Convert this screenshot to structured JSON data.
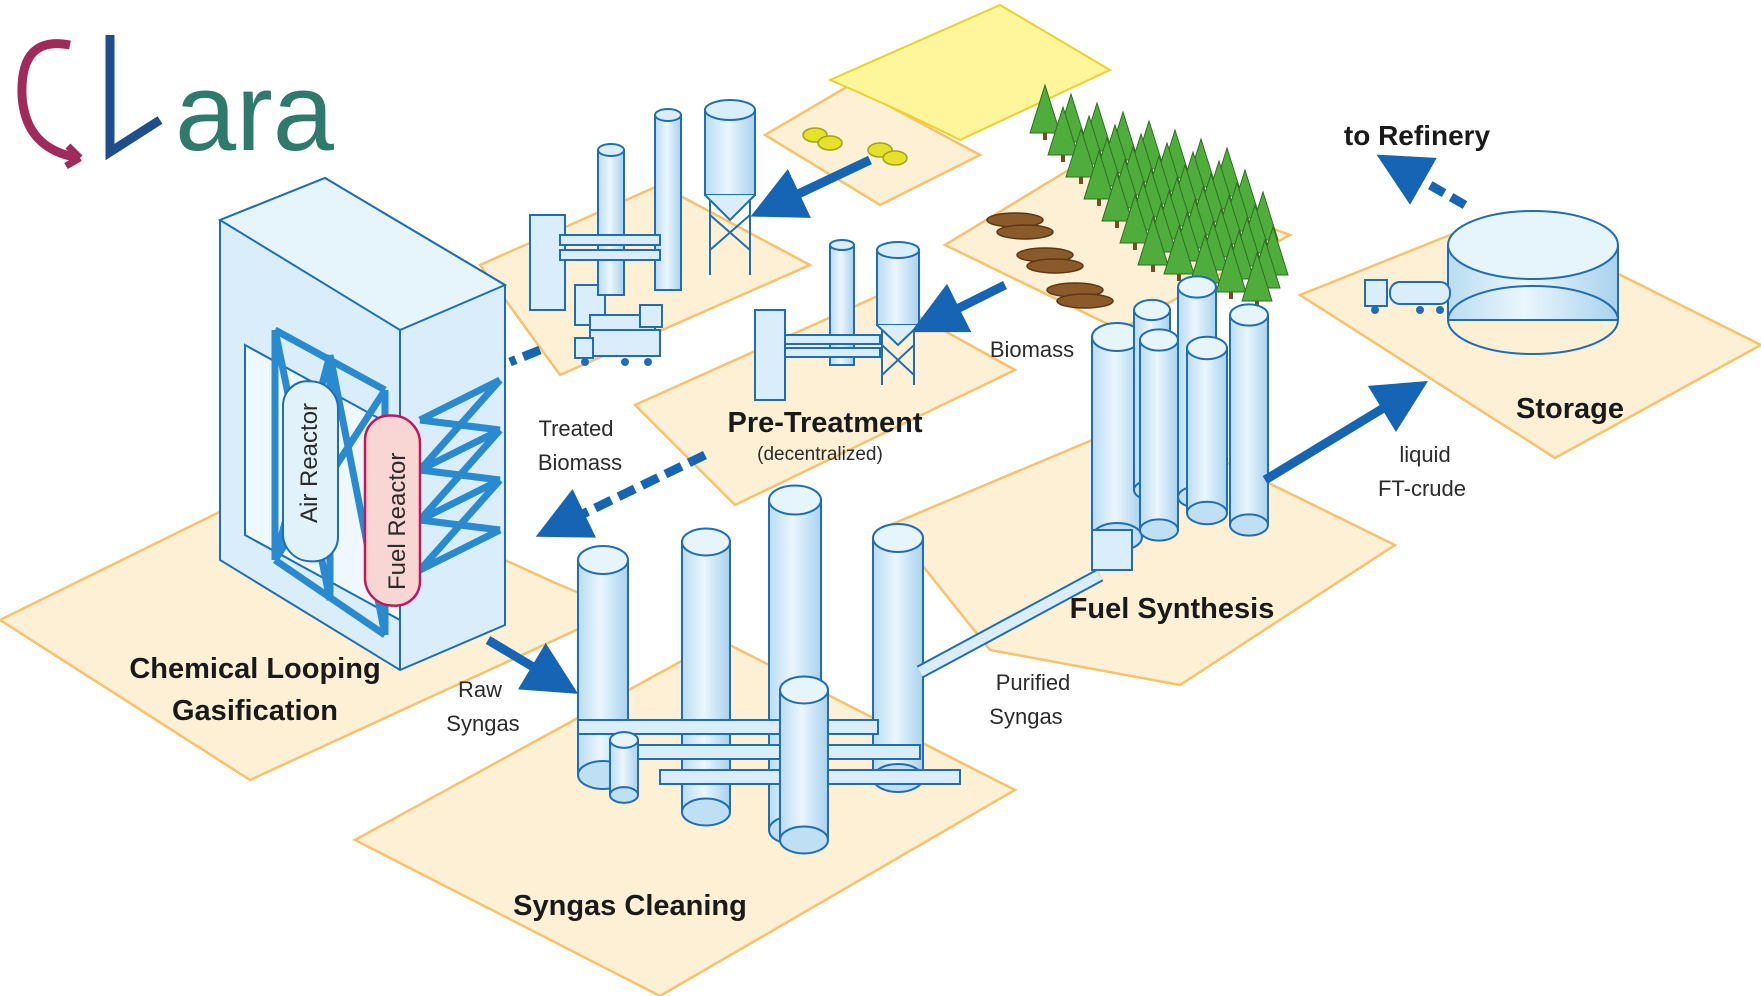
{
  "logo": {
    "text": "Clara",
    "colors": [
      "#a02a5a",
      "#1f4e8c",
      "#2f8a5a",
      "#5e9e3a"
    ]
  },
  "stages": {
    "pretreatment": {
      "title": "Pre-Treatment",
      "subtitle": "(decentralized)"
    },
    "gasification": {
      "title_line1": "Chemical Looping",
      "title_line2": "Gasification"
    },
    "cleaning": {
      "title": "Syngas Cleaning"
    },
    "synthesis": {
      "title": "Fuel Synthesis"
    },
    "storage": {
      "title": "Storage"
    }
  },
  "reactor": {
    "air": "Air Reactor",
    "fuel": "Fuel Reactor"
  },
  "flows": {
    "biomass": "Biomass",
    "treated_line1": "Treated",
    "treated_line2": "Biomass",
    "raw_line1": "Raw",
    "raw_line2": "Syngas",
    "purified_line1": "Purified",
    "purified_line2": "Syngas",
    "liquid_line1": "liquid",
    "liquid_line2": "FT-crude",
    "refinery": "to Refinery"
  },
  "colors": {
    "plate_fill": "#fdf0d4",
    "plate_stroke": "#f6c26b",
    "equipment": "#d9eefa",
    "outline": "#1f6db5",
    "arrow": "#1565b4",
    "field": "#fff59a",
    "tree": "#3f9a2e",
    "logs": "#7a4a22",
    "fuel_reactor": "#f8d6d3"
  }
}
